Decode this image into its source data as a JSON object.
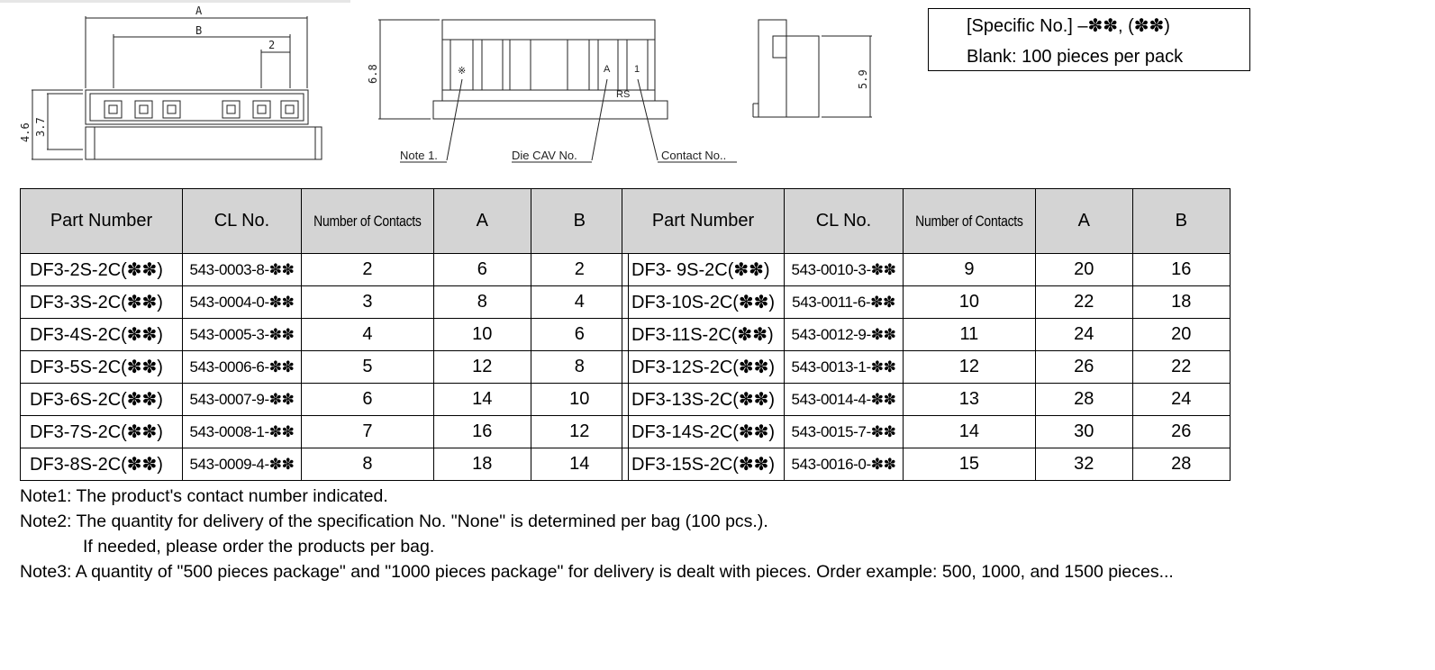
{
  "drawing": {
    "top_dims": {
      "a": "A",
      "b": "B",
      "pitch": "2"
    },
    "side_dims": {
      "h1": "4.6",
      "h2": "3.7"
    },
    "front_dims": {
      "height": "6.8",
      "mark_note": "※",
      "mark_cav": "A",
      "mark_contact": "1",
      "mark_rs": "RS"
    },
    "right_dims": {
      "height": "5.9"
    },
    "callouts": {
      "note1": "Note 1.",
      "cav": "Die CAV No.",
      "contact": "Contact No.."
    }
  },
  "spec_box": {
    "line1": "[Specific No.] –✽✽, (✽✽)",
    "line2": "Blank: 100 pieces per pack"
  },
  "table": {
    "headers": [
      "Part Number",
      "CL No.",
      "Number of Contacts",
      "A",
      "B"
    ],
    "left_rows": [
      [
        "DF3-2S-2C(✽✽)",
        "543-0003-8-✽✽",
        "2",
        "6",
        "2"
      ],
      [
        "DF3-3S-2C(✽✽)",
        "543-0004-0-✽✽",
        "3",
        "8",
        "4"
      ],
      [
        "DF3-4S-2C(✽✽)",
        "543-0005-3-✽✽",
        "4",
        "10",
        "6"
      ],
      [
        "DF3-5S-2C(✽✽)",
        "543-0006-6-✽✽",
        "5",
        "12",
        "8"
      ],
      [
        "DF3-6S-2C(✽✽)",
        "543-0007-9-✽✽",
        "6",
        "14",
        "10"
      ],
      [
        "DF3-7S-2C(✽✽)",
        "543-0008-1-✽✽",
        "7",
        "16",
        "12"
      ],
      [
        "DF3-8S-2C(✽✽)",
        "543-0009-4-✽✽",
        "8",
        "18",
        "14"
      ]
    ],
    "right_rows": [
      [
        "DF3-  9S-2C(✽✽)",
        "543-0010-3-✽✽",
        "9",
        "20",
        "16"
      ],
      [
        "DF3-10S-2C(✽✽)",
        "543-0011-6-✽✽",
        "10",
        "22",
        "18"
      ],
      [
        "DF3-11S-2C(✽✽)",
        "543-0012-9-✽✽",
        "11",
        "24",
        "20"
      ],
      [
        "DF3-12S-2C(✽✽)",
        "543-0013-1-✽✽",
        "12",
        "26",
        "22"
      ],
      [
        "DF3-13S-2C(✽✽)",
        "543-0014-4-✽✽",
        "13",
        "28",
        "24"
      ],
      [
        "DF3-14S-2C(✽✽)",
        "543-0015-7-✽✽",
        "14",
        "30",
        "26"
      ],
      [
        "DF3-15S-2C(✽✽)",
        "543-0016-0-✽✽",
        "15",
        "32",
        "28"
      ]
    ]
  },
  "notes": {
    "note1": "Note1: The product's contact number indicated.",
    "note2": "Note2: The quantity for delivery of the specification No. \"None\" is determined per bag (100 pcs.).",
    "note2_cont": "If needed, please order the products per bag.",
    "note3": "Note3: A quantity of \"500 pieces package\" and \"1000 pieces package\" for delivery is dealt with pieces. Order example: 500, 1000, and 1500 pieces..."
  }
}
